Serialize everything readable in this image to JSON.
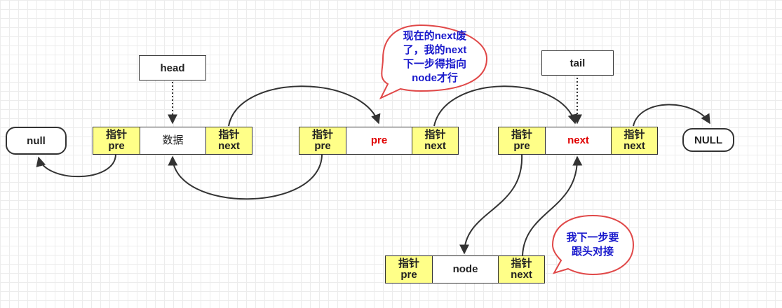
{
  "labels": {
    "head": "head",
    "tail": "tail"
  },
  "terminals": {
    "left": "null",
    "right": "NULL"
  },
  "nodes": [
    {
      "prev": [
        "指针",
        "pre"
      ],
      "data": "数据",
      "next": [
        "指针",
        "next"
      ]
    },
    {
      "prev": [
        "指针",
        "pre"
      ],
      "data": "pre",
      "next": [
        "指针",
        "next"
      ]
    },
    {
      "prev": [
        "指针",
        "pre"
      ],
      "data": "next",
      "next": [
        "指针",
        "next"
      ]
    },
    {
      "prev": [
        "指针",
        "pre"
      ],
      "data": "node",
      "next": [
        "指针",
        "next"
      ]
    }
  ],
  "bubbles": {
    "top": [
      "现在的next废",
      "了，我的next",
      "下一步得指向",
      "node才行"
    ],
    "bottom": [
      "我下一步要",
      "跟头对接"
    ]
  },
  "colors": {
    "pointer_fill": "#ffff88",
    "highlight_text": "#e00000",
    "bubble_text": "#1a1acc",
    "bubble_border": "#e04848"
  }
}
